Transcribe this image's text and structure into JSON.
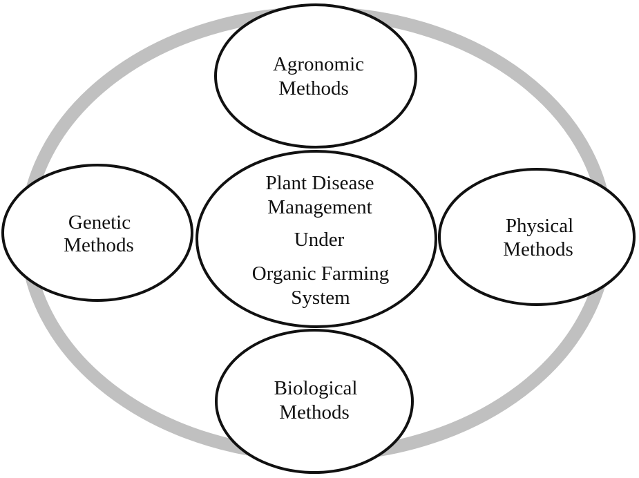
{
  "diagram": {
    "colors": {
      "outer_ring": "#c0c0c0",
      "ellipse_stroke": "#111111",
      "ellipse_fill": "#ffffff",
      "text": "#111111"
    },
    "center": {
      "line1": "Plant Disease",
      "line2": "Management",
      "line3": "Under",
      "line4": "Organic Farming",
      "line5": "System"
    },
    "top": {
      "line1": "Agronomic",
      "line2": "Methods"
    },
    "left": {
      "line1": "Genetic",
      "line2": "Methods"
    },
    "right": {
      "line1": "Physical",
      "line2": "Methods"
    },
    "bottom": {
      "line1": "Biological",
      "line2": "Methods"
    }
  }
}
